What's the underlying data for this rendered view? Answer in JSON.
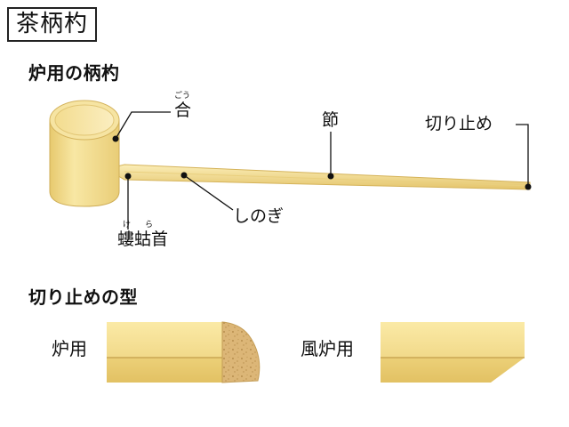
{
  "title": "茶柄杓",
  "section1": {
    "title": "炉用の柄杓",
    "parts": {
      "cup": {
        "label": "合",
        "ruby": "ごう"
      },
      "node": {
        "label": "節"
      },
      "end": {
        "label": "切り止め"
      },
      "neck": {
        "label": "螻蛄首",
        "ruby_1": "け",
        "ruby_2": "ら"
      },
      "handle": {
        "label": "しのぎ"
      }
    }
  },
  "section2": {
    "title": "切り止めの型",
    "types": [
      {
        "label": "炉用"
      },
      {
        "label": "風炉用"
      }
    ]
  },
  "colors": {
    "bamboo_light": "#f7e6a1",
    "bamboo_mid": "#ecd27a",
    "bamboo_dark": "#d9b85c",
    "cut_face": "#d9b37a"
  }
}
